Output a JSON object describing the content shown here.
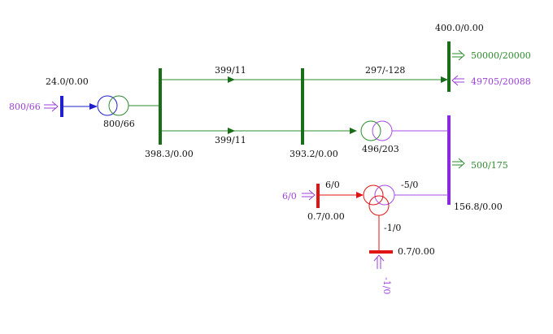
{
  "colors": {
    "bus_400": "#1a6e1a",
    "line_400": "#2e8b2e",
    "bus_24": "#1f1fcc",
    "bus_156": "#8a2be2",
    "line_156": "#a64ce6",
    "bus_07": "#e01414",
    "injection": "#9a40d8",
    "load_green": "#2e8b2e",
    "text": "#111111"
  },
  "labels": {
    "gen_bus_voltage": "24.0/0.00",
    "gen_injection": "800/66",
    "t1_flow": "800/66",
    "bus_a_voltage": "398.3/0.00",
    "line_top_flow": "399/11",
    "line_bottom_flow": "399/11",
    "bus_b_voltage": "393.2/0.00",
    "line_right_flow": "297/-128",
    "bus_c_voltage": "400.0/0.00",
    "bus_c_load": "50000/20000",
    "bus_c_injection": "49705/20088",
    "t2_flow": "496/203",
    "bus_d_load": "500/175",
    "bus_d_voltage": "156.8/0.00",
    "t3_primary_flow": "6/0",
    "t3_secondary_flow": "-5/0",
    "t3_tertiary_flow": "-1/0",
    "bus_e_injection": "6/0",
    "bus_e_voltage": "0.7/0.00",
    "bus_f_voltage": "0.7/0.00",
    "bus_f_injection": "-1/0"
  }
}
